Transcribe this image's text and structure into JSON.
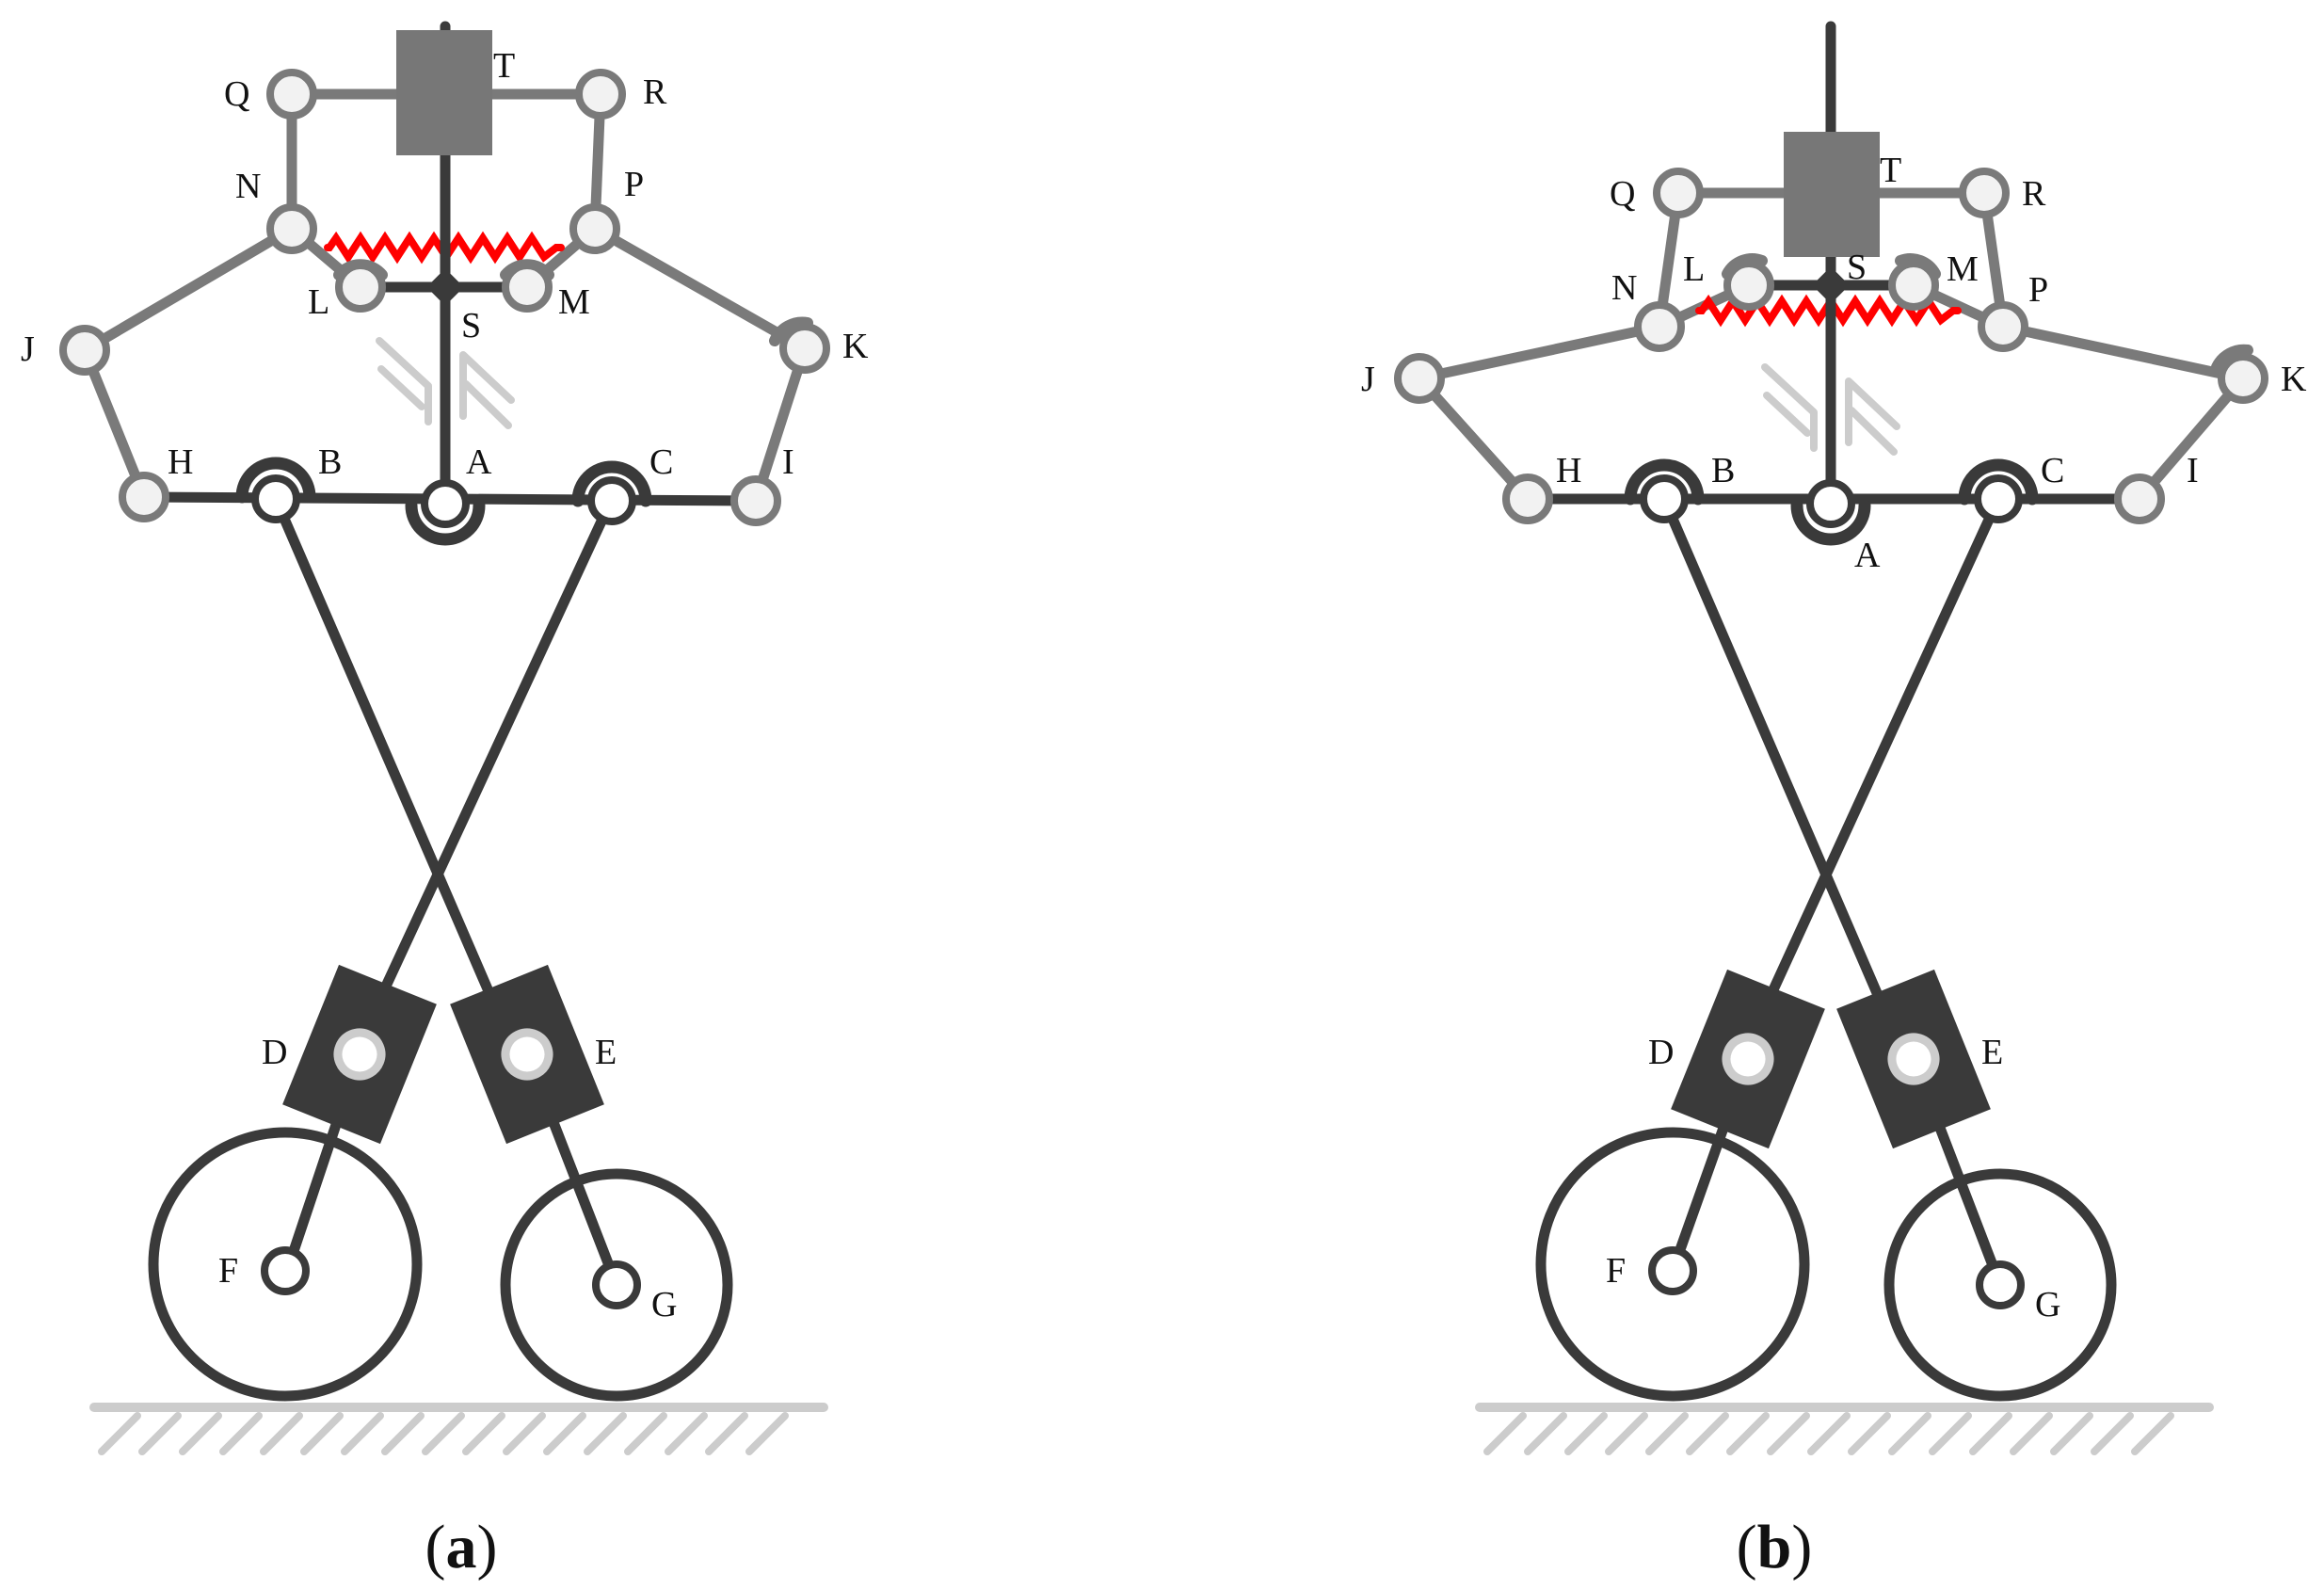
{
  "colors": {
    "dark": "#3a3a3a",
    "mid": "#7a7a7a",
    "slider": "#777777",
    "light": "#cccccc",
    "spring": "#ff0000",
    "joint_fill": "#f2f2f2",
    "wheel_fill": "#ffffff"
  },
  "panels": [
    {
      "id": "a",
      "caption": {
        "open": "(",
        "letter": "a",
        "close": ")"
      },
      "labels": {
        "A": "A",
        "B": "B",
        "C": "C",
        "D": "D",
        "E": "E",
        "F": "F",
        "G": "G",
        "H": "H",
        "I": "I",
        "J": "J",
        "K": "K",
        "L": "L",
        "M": "M",
        "N": "N",
        "P": "P",
        "Q": "Q",
        "R": "R",
        "S": "S",
        "T": "T"
      }
    },
    {
      "id": "b",
      "caption": {
        "open": "(",
        "letter": "b",
        "close": ")"
      },
      "labels": {
        "A": "A",
        "B": "B",
        "C": "C",
        "D": "D",
        "E": "E",
        "F": "F",
        "G": "G",
        "H": "H",
        "I": "I",
        "J": "J",
        "K": "K",
        "L": "L",
        "M": "M",
        "N": "N",
        "P": "P",
        "Q": "Q",
        "R": "R",
        "S": "S",
        "T": "T"
      }
    }
  ]
}
